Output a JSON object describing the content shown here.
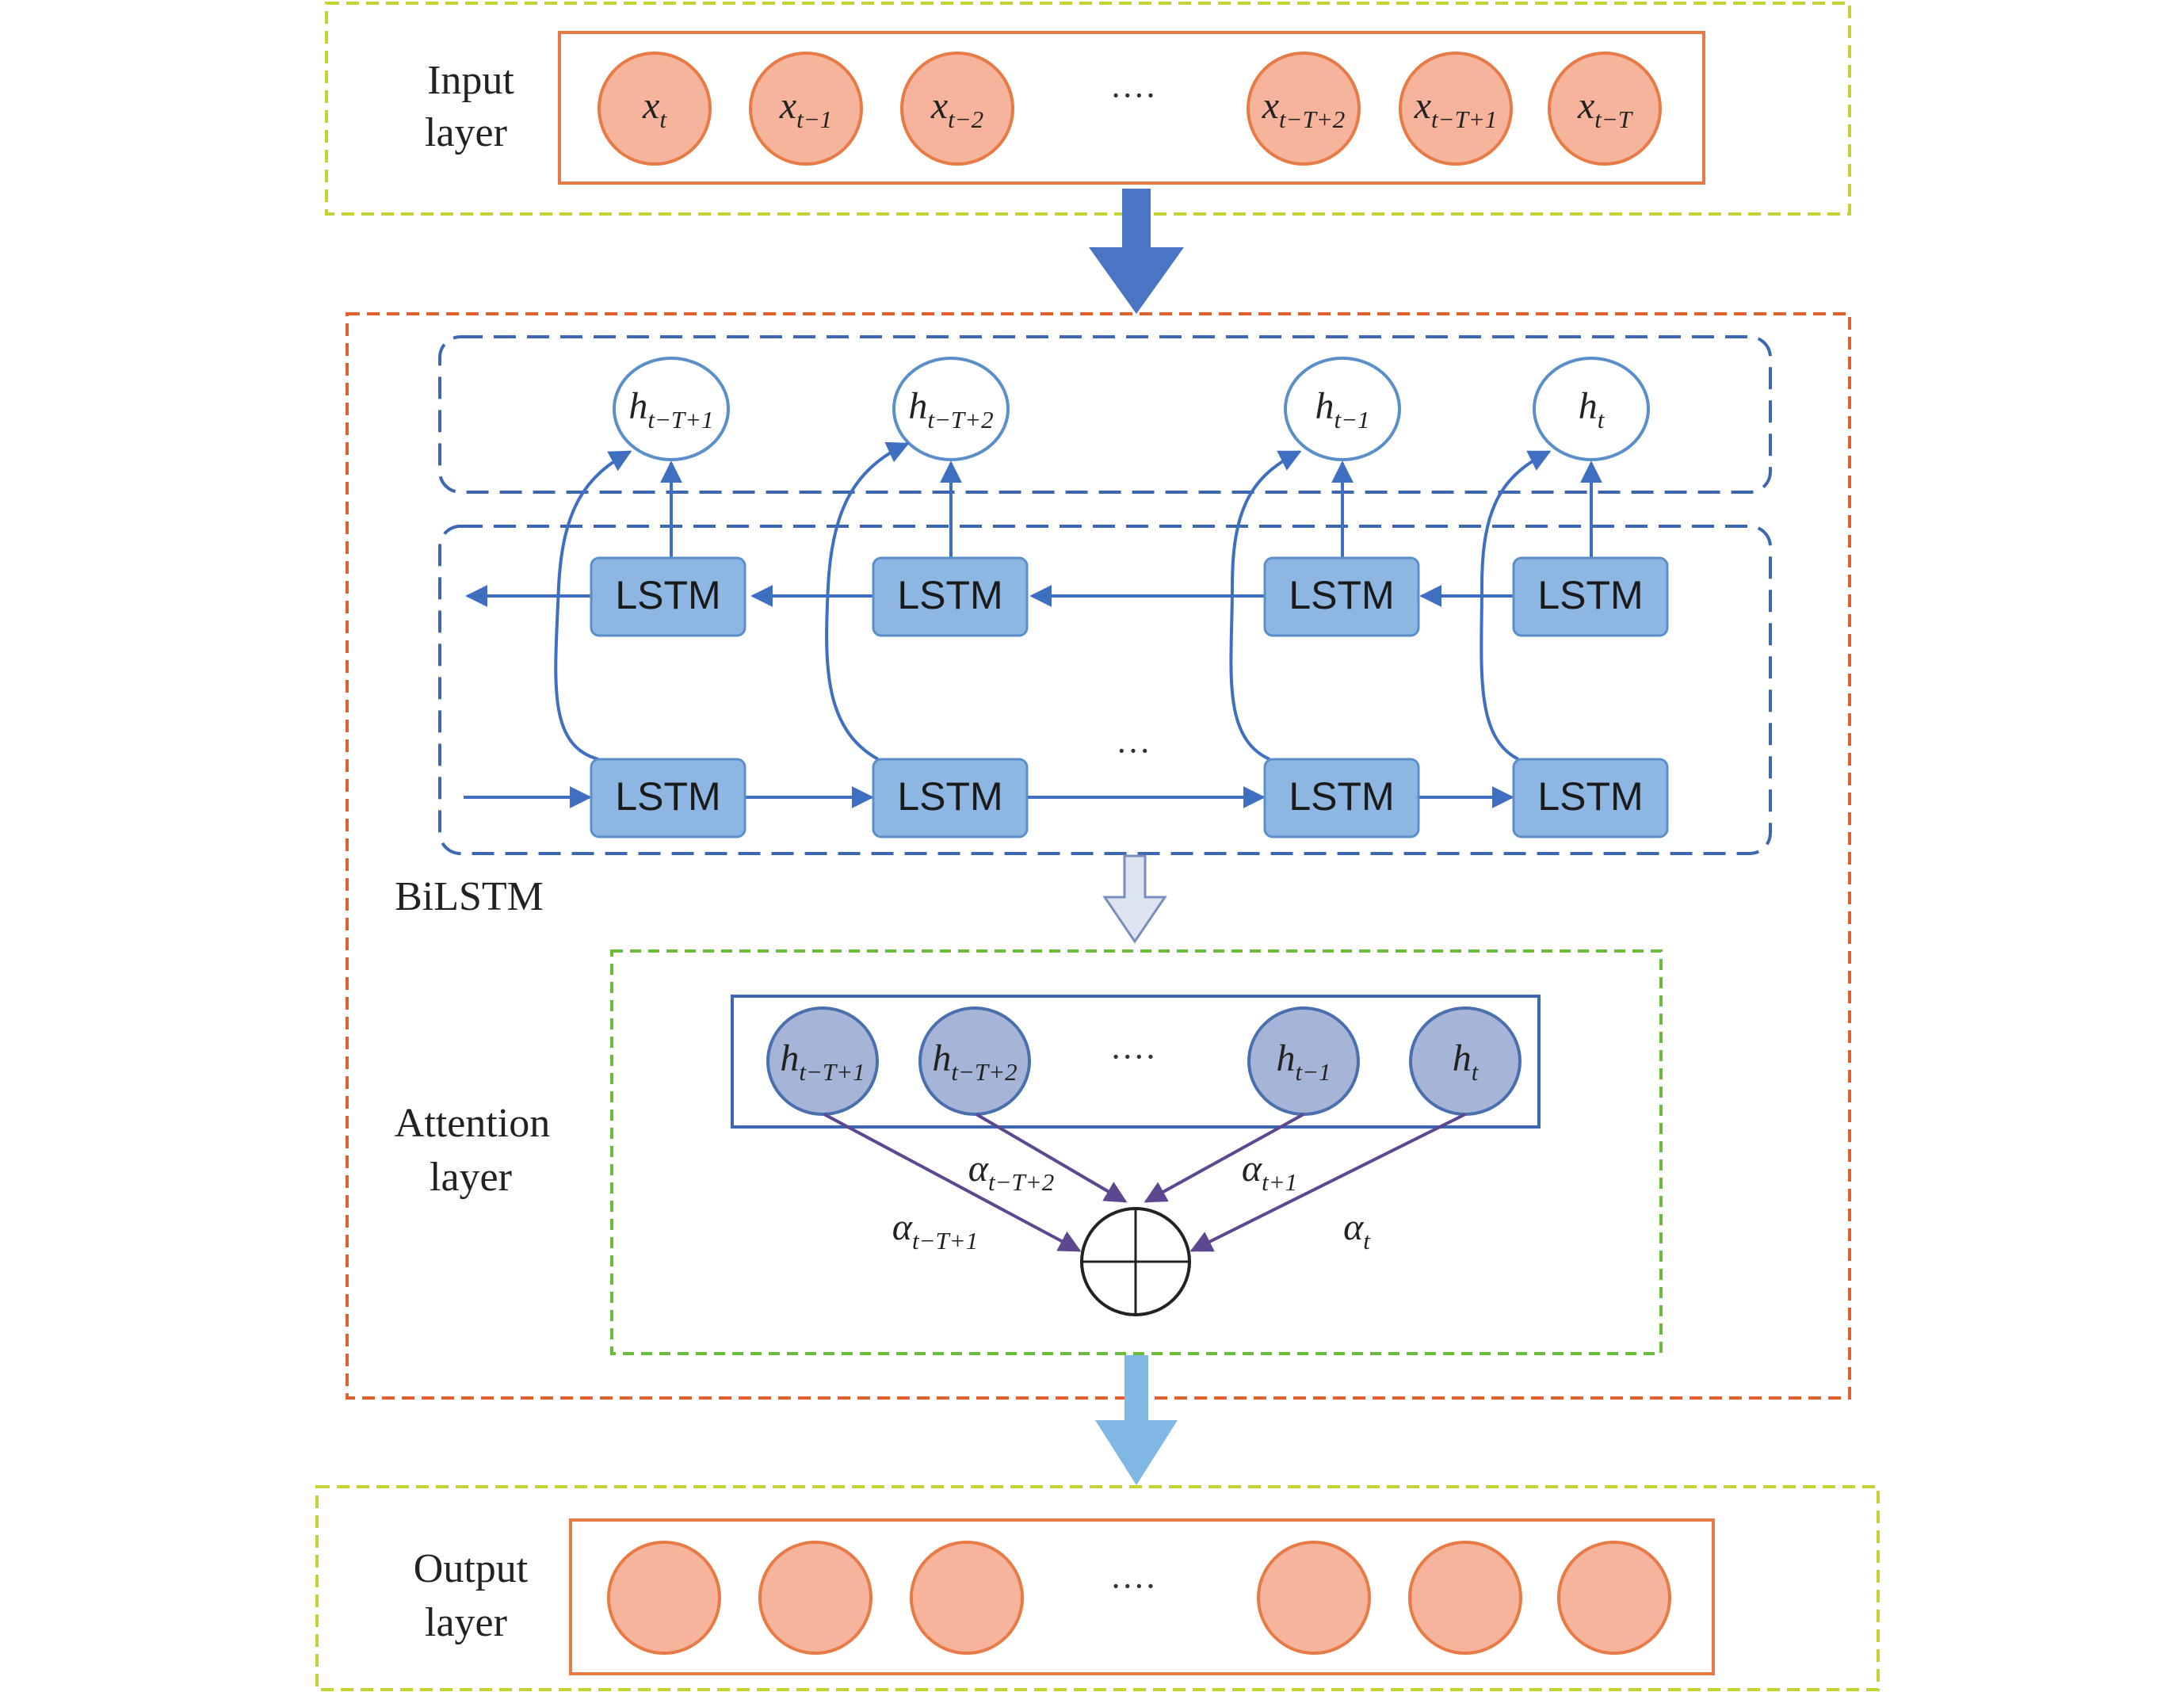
{
  "colors": {
    "input_frame": "#c5d236",
    "bilstm_frame": "#e0612e",
    "hidden_frame": "#3e67b1",
    "attention_frame": "#6abd3c",
    "orange_node_fill": "#f7b49c",
    "orange_node_stroke": "#e77a45",
    "lstm_fill": "#8db6e2",
    "lstm_stroke": "#5a8fc9",
    "attention_node_fill": "#a6b4d8",
    "attention_node_stroke": "#4a6fae",
    "arrow_dark_blue": "#4a74c4",
    "arrow_light": "#dde3f0",
    "arrow_sky": "#7fb8e3",
    "attention_weight_arrow": "#5d4790"
  },
  "input_layer": {
    "label_line1": "Input",
    "label_line2": "layer",
    "nodes": [
      {
        "base": "x",
        "sub": "t"
      },
      {
        "base": "x",
        "sub": "t−1"
      },
      {
        "base": "x",
        "sub": "t−2"
      },
      {
        "base": "x",
        "sub": "t−T+2"
      },
      {
        "base": "x",
        "sub": "t−T+1"
      },
      {
        "base": "x",
        "sub": "t−T"
      }
    ],
    "ellipsis": "····"
  },
  "bilstm": {
    "label": "BiLSTM",
    "hidden_outputs": [
      {
        "base": "h",
        "sub": "t−T+1"
      },
      {
        "base": "h",
        "sub": "t−T+2"
      },
      {
        "base": "h",
        "sub": "t−1"
      },
      {
        "base": "h",
        "sub": "t"
      }
    ],
    "cell_label": "LSTM",
    "ellipsis": "···"
  },
  "attention_layer": {
    "label_line1": "Attention",
    "label_line2": "layer",
    "nodes": [
      {
        "base": "h",
        "sub": "t−T+1"
      },
      {
        "base": "h",
        "sub": "t−T+2"
      },
      {
        "base": "h",
        "sub": "t−1"
      },
      {
        "base": "h",
        "sub": "t"
      }
    ],
    "ellipsis": "····",
    "weights": [
      {
        "base": "α",
        "sub": "t−T+1"
      },
      {
        "base": "α",
        "sub": "t−T+2"
      },
      {
        "base": "α",
        "sub": "t+1"
      },
      {
        "base": "α",
        "sub": "t"
      }
    ]
  },
  "output_layer": {
    "label_line1": "Output",
    "label_line2": "layer",
    "ellipsis": "····"
  }
}
